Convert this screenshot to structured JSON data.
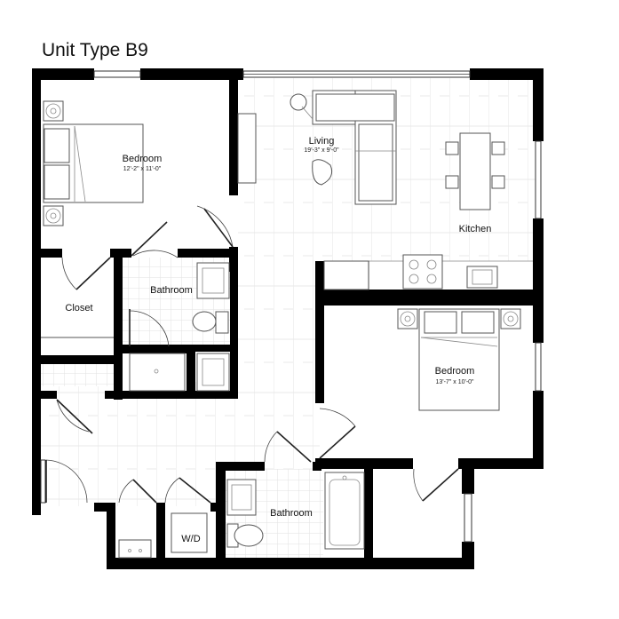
{
  "title": "Unit Type B9",
  "rooms": {
    "bedroom1": {
      "name": "Bedroom",
      "dims": "12'-2\" x 11'-0\""
    },
    "living": {
      "name": "Living",
      "dims": "19'-3\" x 9'-0\""
    },
    "kitchen": {
      "name": "Kitchen"
    },
    "bathroom1": {
      "name": "Bathroom"
    },
    "closet": {
      "name": "Closet"
    },
    "bedroom2": {
      "name": "Bedroom",
      "dims": "13'-7\" x 10'-0\""
    },
    "bathroom2": {
      "name": "Bathroom"
    },
    "laundry": {
      "name": "W/D"
    }
  }
}
